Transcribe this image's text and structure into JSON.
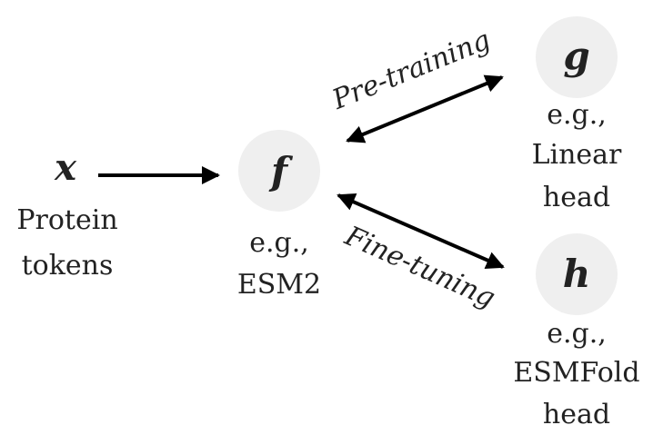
{
  "colors": {
    "node_fill": "#efefef",
    "stroke": "#000000",
    "text": "#222222"
  },
  "nodes": {
    "x": {
      "symbol": "x",
      "label_lines": [
        "Protein",
        "tokens"
      ]
    },
    "f": {
      "symbol": "f",
      "label_lines": [
        "e.g.,",
        "ESM2"
      ]
    },
    "g": {
      "symbol": "g",
      "label_lines": [
        "e.g.,",
        "Linear",
        "head"
      ]
    },
    "h": {
      "symbol": "h",
      "label_lines": [
        "e.g.,",
        "ESMFold",
        "head"
      ]
    }
  },
  "edges": {
    "x_to_f": {
      "direction": "forward"
    },
    "f_g": {
      "label": "Pre-training",
      "direction": "bidirectional"
    },
    "f_h": {
      "label": "Fine-tuning",
      "direction": "bidirectional"
    }
  }
}
